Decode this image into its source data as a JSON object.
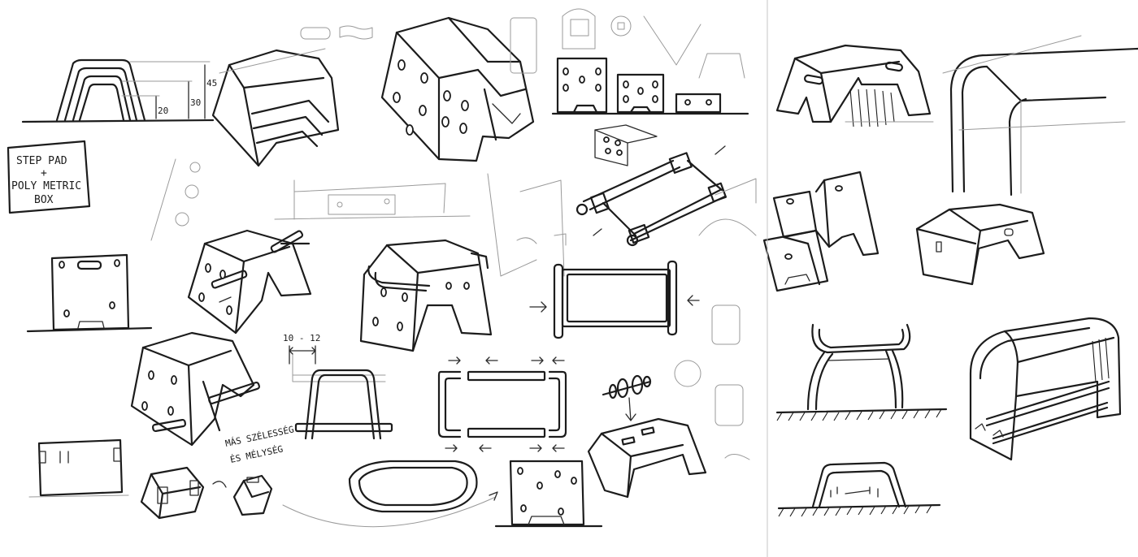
{
  "title_box": {
    "line1": "STEP PAD",
    "line2": "+",
    "line3": "POLY METRIC",
    "line4": "BOX"
  },
  "dimensions": {
    "h_large": "45",
    "h_mid": "30",
    "h_small": "20",
    "width_range": "10 - 12"
  },
  "note": {
    "line1": "MÁS SZÉLESSÉG",
    "line2": "ÉS MÉLYSÉG"
  }
}
